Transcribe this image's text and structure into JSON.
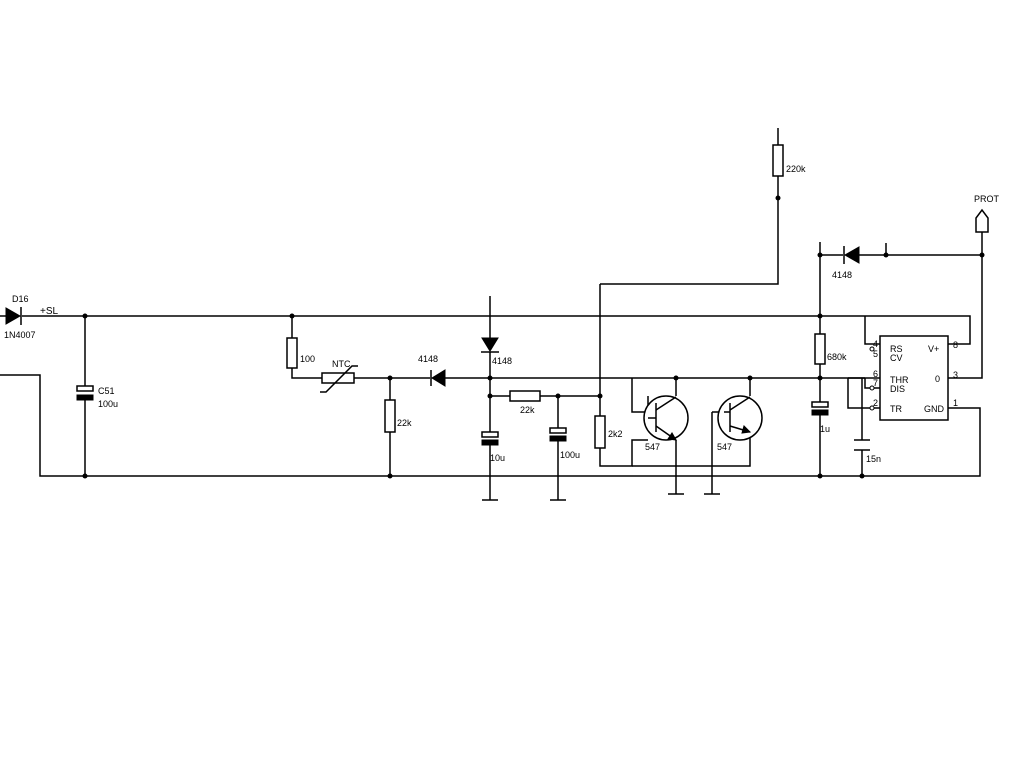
{
  "components": {
    "d16": {
      "ref": "D16",
      "value": "1N4007"
    },
    "rail_label": "+SL",
    "c51": {
      "ref": "C51",
      "value": "100u"
    },
    "r100": "100",
    "ntc": "NTC",
    "r22k_a": "22k",
    "diode_4148_a": "4148",
    "diode_4148_b": "4148",
    "c10u": "10u",
    "r22k_b": "22k",
    "c100u": "100u",
    "r2k2": "2k2",
    "q1": "547",
    "q2": "547",
    "r220k": "220k",
    "diode_4148_c": "4148",
    "prot": "PROT",
    "r680k": "680k",
    "c1u": "1u",
    "c15n": "15n"
  },
  "ic": {
    "pins": {
      "rs": "RS",
      "cv": "CV",
      "thr": "THR",
      "dis": "DIS",
      "tr": "TR",
      "vplus": "V+",
      "out": "0",
      "gnd": "GND"
    },
    "pin_numbers": {
      "p4": "4",
      "p5": "5",
      "p6": "6",
      "p7": "7",
      "p2": "2",
      "p8": "8",
      "p3": "3",
      "p1": "1"
    }
  }
}
